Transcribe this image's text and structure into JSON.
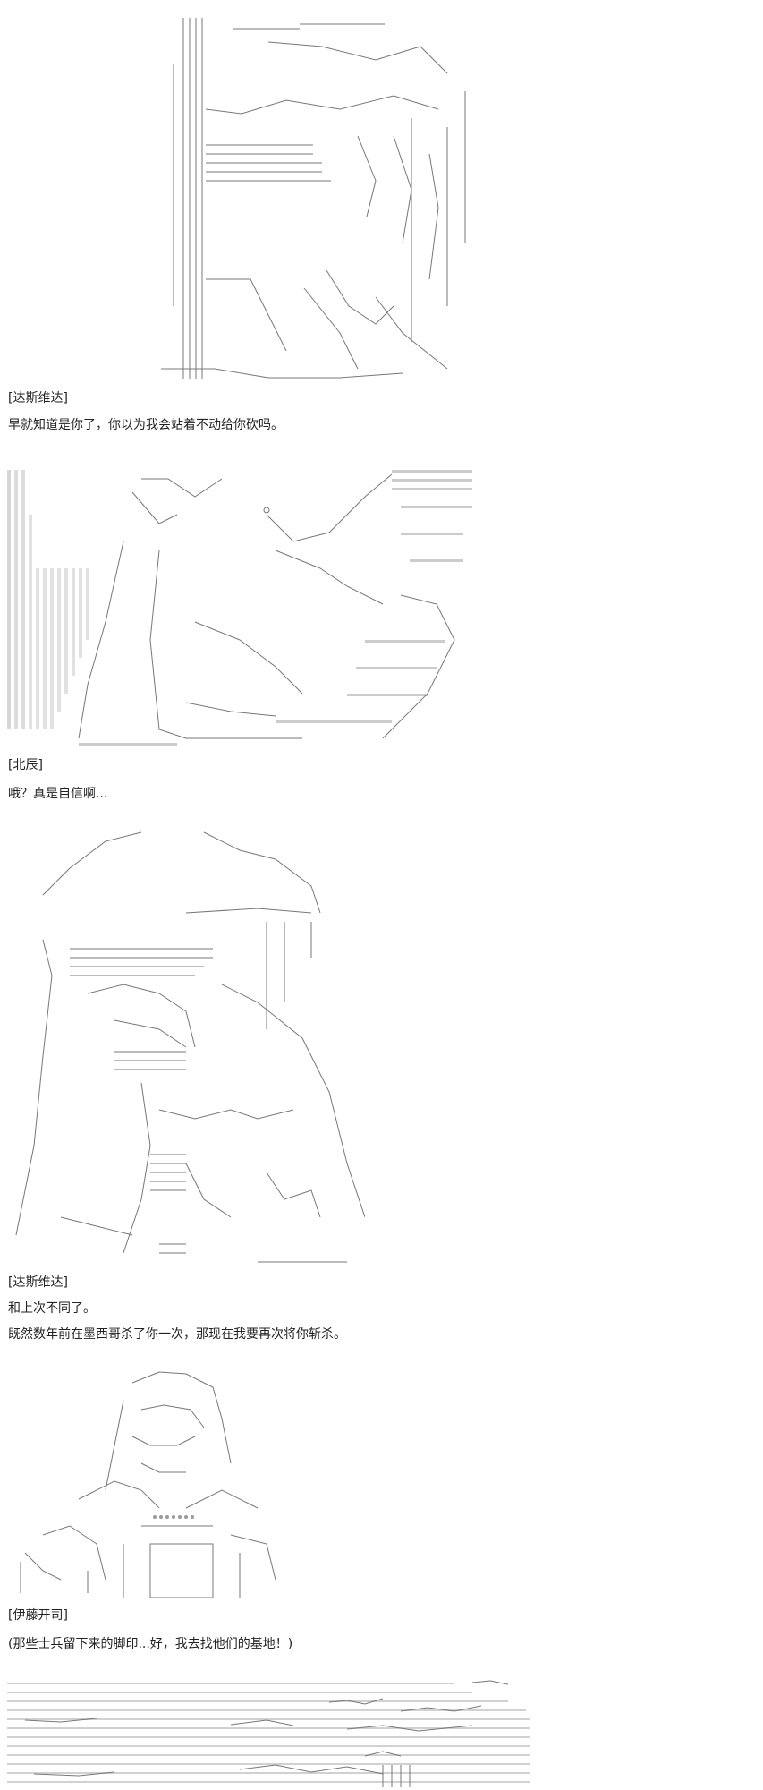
{
  "panels": [
    {
      "art": "ascii-art-figure-with-sword",
      "speaker": "[达斯维达]",
      "lines": [
        "早就知道是你了，你以为我会站着不动给你砍吗。"
      ]
    },
    {
      "art": "ascii-art-figure-in-shadow",
      "speaker": "[北辰]",
      "lines": [
        "哦？真是自信啊..."
      ]
    },
    {
      "art": "ascii-art-figure-close-up",
      "speaker": "[达斯维达]",
      "lines": [
        "和上次不同了。",
        "既然数年前在墨西哥杀了你一次，那现在我要再次将你斩杀。"
      ]
    },
    {
      "art": "ascii-art-hooded-figure",
      "speaker": "[伊藤开司]",
      "lines": [
        "(那些士兵留下来的脚印...好，我去找他们的基地！)"
      ]
    },
    {
      "art": "ascii-art-ground-footprints",
      "speaker": "",
      "lines": []
    }
  ]
}
